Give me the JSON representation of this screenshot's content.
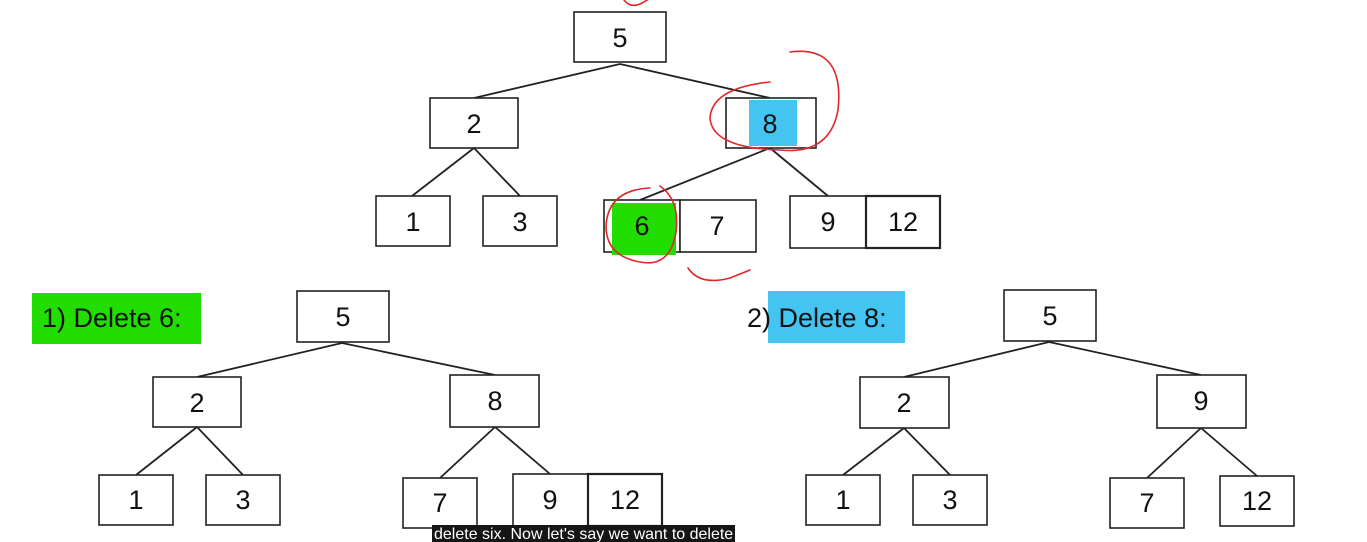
{
  "diagram": {
    "original_tree": {
      "root": "5",
      "level1": [
        "2",
        "8"
      ],
      "leaves": [
        "1",
        "3",
        "6",
        "7",
        "9",
        "12"
      ]
    },
    "step1": {
      "label": "1) Delete 6:",
      "root": "5",
      "level1": [
        "2",
        "8"
      ],
      "leaves": [
        "1",
        "3",
        "7",
        "9",
        "12"
      ]
    },
    "step2": {
      "label": "2) Delete 8:",
      "root": "5",
      "level1": [
        "2",
        "9"
      ],
      "leaves": [
        "1",
        "3",
        "7",
        "12"
      ]
    },
    "colors": {
      "highlight_green": "#22dd00",
      "highlight_blue": "#44c4f0",
      "annotation_red": "#e0282a"
    }
  },
  "caption": {
    "text": "delete six. Now let's say we want to delete"
  }
}
